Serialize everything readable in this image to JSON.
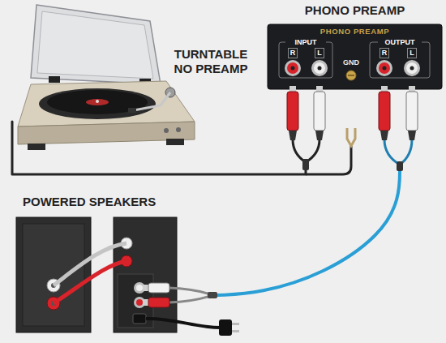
{
  "diagram": {
    "nodes": [
      {
        "text": [
          "TURNTABLE NO PREAMP"
        ]
      },
      {
        "text": [
          "PHONO PREAMP",
          "PHONO PREAMP",
          "GND"
        ]
      },
      {
        "text": [
          "INPUT",
          "R",
          "L"
        ],
        "in": 1
      },
      {
        "text": [
          "OUTPUT",
          "R",
          "L"
        ],
        "in": 1
      },
      {
        "text": [
          "POWERED SPEAKERS"
        ]
      }
    ],
    "edges": [
      {
        "from": 0,
        "to": 2,
        "arrow": "none"
      },
      {
        "from": 3,
        "to": 4,
        "arrow": "none"
      }
    ]
  }
}
